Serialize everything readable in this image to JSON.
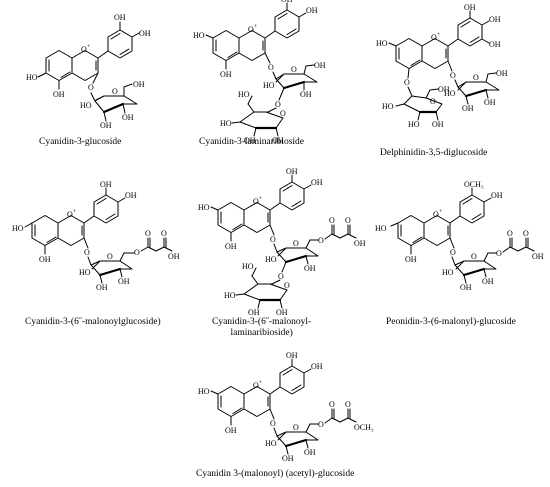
{
  "compounds": [
    {
      "name": "Cyanidin-3-glucoside",
      "aglycone": {
        "ring_a_oh": [
          "HO",
          "OH"
        ],
        "ring_b_groups": [
          "OH",
          "OH"
        ],
        "charge": "+",
        "hetero": "O"
      },
      "sugars": [
        {
          "type": "glucose",
          "groups": [
            "HO",
            "OH",
            "OH",
            "OH"
          ],
          "ring_o": "O",
          "link_o": "O"
        }
      ]
    },
    {
      "name": "Cyanidin-3-laminaribioside",
      "aglycone": {
        "ring_a_oh": [
          "HO",
          "OH"
        ],
        "ring_b_groups": [
          "OH",
          "OH"
        ],
        "charge": "+",
        "hetero": "O"
      },
      "sugars": [
        {
          "type": "glucose",
          "groups": [
            "HO",
            "OH",
            "OH"
          ],
          "ring_o": "O",
          "link_o": "O"
        },
        {
          "type": "glucose",
          "groups": [
            "HO",
            "HO",
            "OH",
            "OH"
          ],
          "ring_o": "O",
          "link_o": "O"
        }
      ]
    },
    {
      "name": "Delphinidin-3,5-diglucoside",
      "aglycone": {
        "ring_a_oh": [
          "HO"
        ],
        "ring_b_groups": [
          "OH",
          "OH",
          "OH"
        ],
        "charge": "+",
        "hetero": "O"
      },
      "sugars": [
        {
          "type": "glucose",
          "groups": [
            "HO",
            "OH",
            "OH",
            "OH"
          ],
          "ring_o": "O",
          "link_o": "O"
        },
        {
          "type": "glucose",
          "groups": [
            "HO",
            "HO",
            "OH",
            "OH"
          ],
          "ring_o": "O",
          "link_o": "O"
        }
      ]
    },
    {
      "name": "Cyanidin-3-(6˝-malonoylglucoside)",
      "aglycone": {
        "ring_a_oh": [
          "HO",
          "OH"
        ],
        "ring_b_groups": [
          "OH",
          "OH"
        ],
        "charge": "+",
        "hetero": "O"
      },
      "sugars": [
        {
          "type": "glucose",
          "groups": [
            "HO",
            "OH",
            "OH"
          ],
          "ring_o": "O",
          "link_o": "O",
          "ester_o": "O"
        }
      ],
      "acyl": {
        "groups": [
          "O",
          "O",
          "OH"
        ]
      }
    },
    {
      "name_lines": [
        "Cyanidin-3-(6˝-malonoyl-",
        "laminaribioside)"
      ],
      "aglycone": {
        "ring_a_oh": [
          "HO",
          "OH"
        ],
        "ring_b_groups": [
          "OH",
          "OH"
        ],
        "charge": "+",
        "hetero": "O"
      },
      "sugars": [
        {
          "type": "glucose",
          "groups": [
            "HO",
            "OH"
          ],
          "ring_o": "O",
          "link_o": "O",
          "ester_o": "O"
        },
        {
          "type": "glucose",
          "groups": [
            "HO",
            "HO",
            "OH",
            "OH"
          ],
          "ring_o": "O",
          "link_o": "O"
        }
      ],
      "acyl": {
        "groups": [
          "O",
          "O",
          "OH"
        ]
      }
    },
    {
      "name": "Peonidin-3-(6-malonyl)-glucoside",
      "aglycone": {
        "ring_a_oh": [
          "HO",
          "OH"
        ],
        "ring_b_groups": [
          "OCH₃",
          "OH"
        ],
        "charge": "+",
        "hetero": "O"
      },
      "sugars": [
        {
          "type": "glucose",
          "groups": [
            "HO",
            "OH",
            "OH"
          ],
          "ring_o": "O",
          "link_o": "O",
          "ester_o": "O"
        }
      ],
      "acyl": {
        "groups": [
          "O",
          "O",
          "OH"
        ]
      }
    },
    {
      "name": "Cyanidin 3-(malonoyl) (acetyl)-glucoside",
      "aglycone": {
        "ring_a_oh": [
          "HO",
          "OH"
        ],
        "ring_b_groups": [
          "OH",
          "OH"
        ],
        "charge": "+",
        "hetero": "O"
      },
      "sugars": [
        {
          "type": "glucose",
          "groups": [
            "HO",
            "OH",
            "OH"
          ],
          "ring_o": "O",
          "link_o": "O",
          "ester_o": "O"
        }
      ],
      "acyl": {
        "groups": [
          "O",
          "O",
          "OCH₃"
        ]
      }
    }
  ]
}
